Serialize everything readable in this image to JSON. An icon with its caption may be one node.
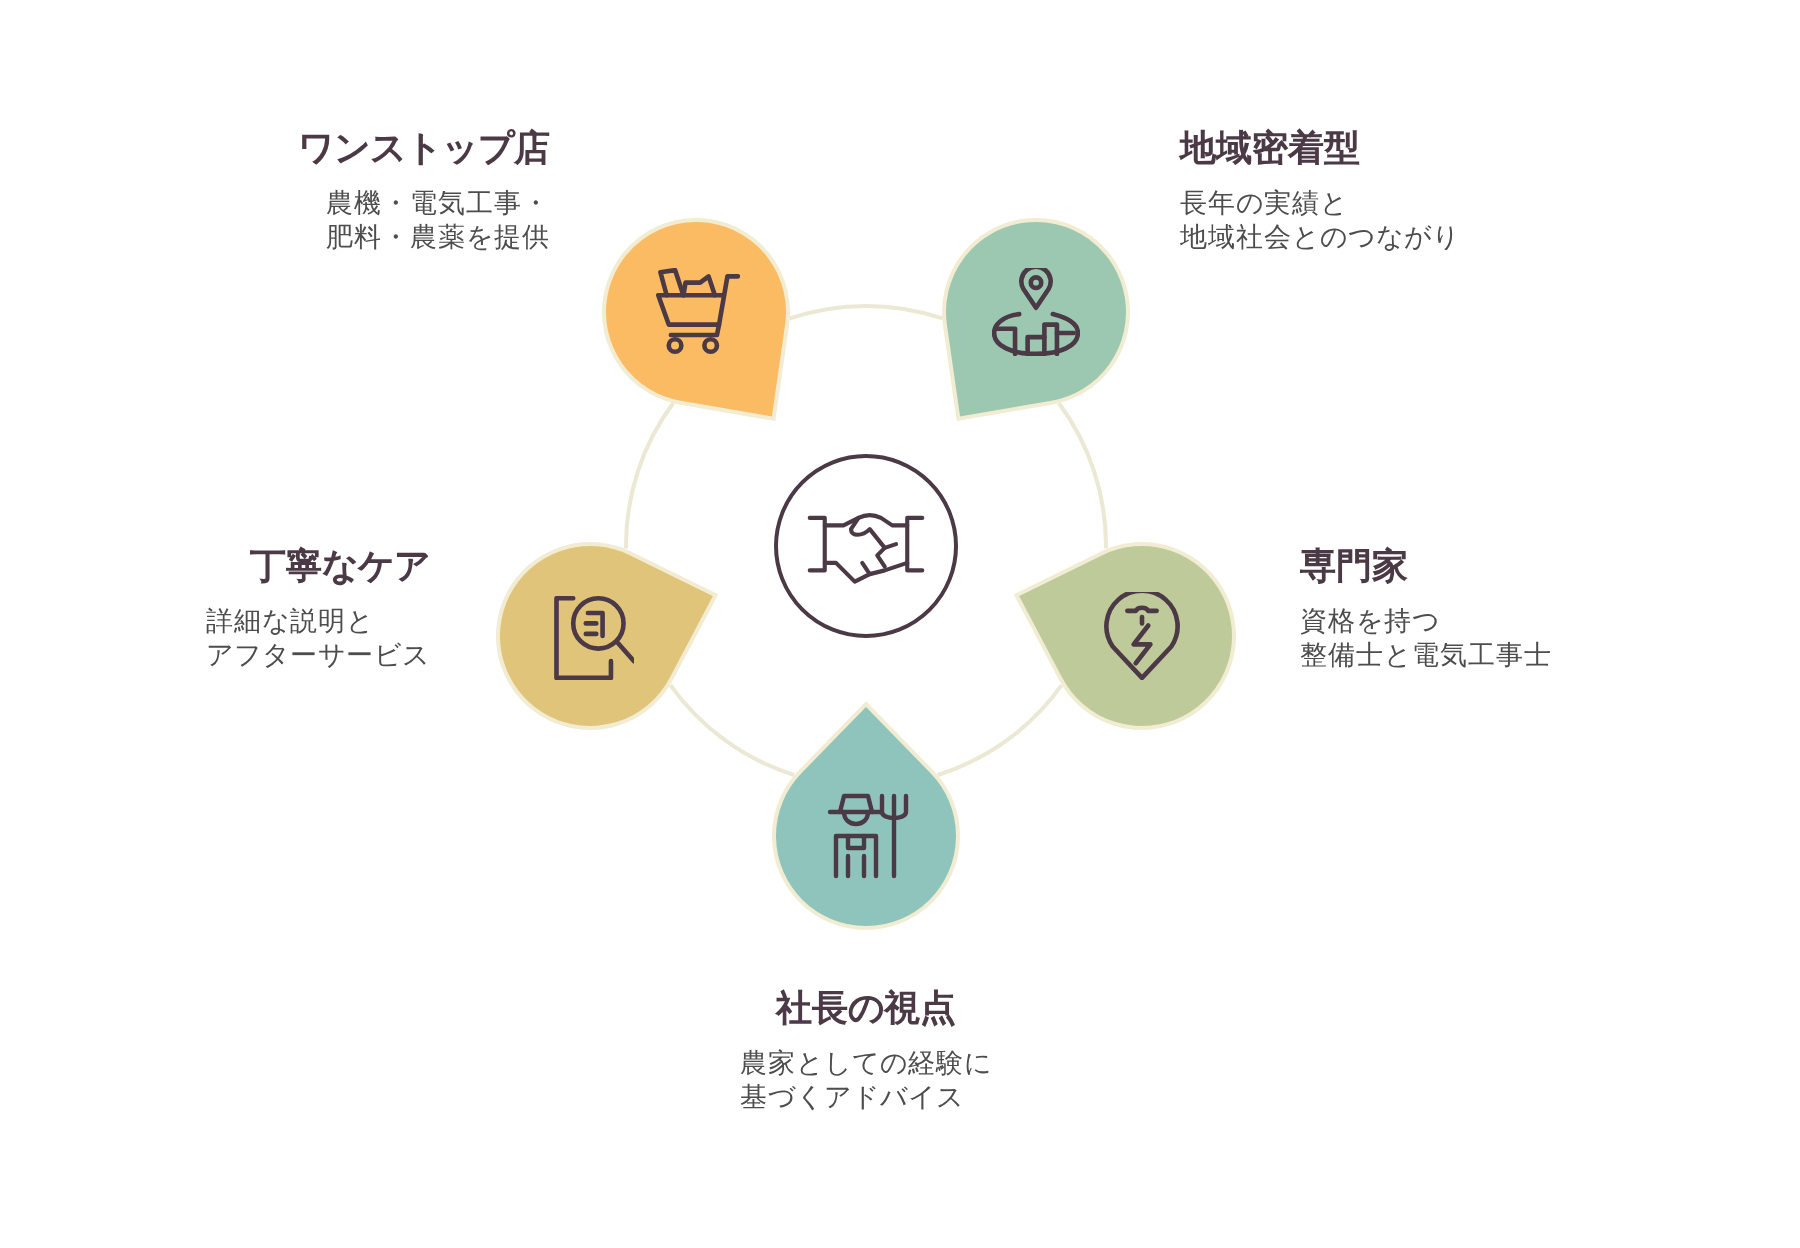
{
  "diagram": {
    "nodes": [
      {
        "text": [],
        "shape": "circle"
      },
      {
        "text": [
          "ワンストップ店",
          "農機・電気工事・肥料・農薬を提供"
        ]
      },
      {
        "text": [
          "地域密着型",
          "長年の実績と地域社会とのつながり"
        ]
      },
      {
        "text": [
          "専門家",
          "資格を持つ整備士と電気工事士"
        ]
      },
      {
        "text": [
          "社長の視点",
          "農家としての経験に基づくアドバイス"
        ]
      },
      {
        "text": [
          "丁寧なケア",
          "詳細な説明とアフターサービス"
        ]
      }
    ],
    "edges": [
      {
        "from": 1,
        "to": 2,
        "arrow": "none"
      },
      {
        "from": 2,
        "to": 3,
        "arrow": "none"
      },
      {
        "from": 3,
        "to": 4,
        "arrow": "none"
      },
      {
        "from": 4,
        "to": 5,
        "arrow": "none"
      },
      {
        "from": 5,
        "to": 1,
        "arrow": "none"
      }
    ]
  }
}
